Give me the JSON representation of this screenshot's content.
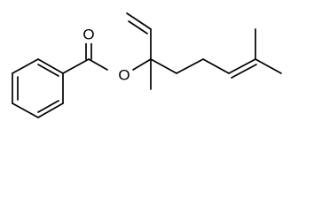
{
  "structure": {
    "atom_labels": {
      "carbonyl_oxygen": "O",
      "ester_oxygen": "O"
    },
    "bond_orders": {
      "ring": [
        2,
        1,
        2,
        1,
        2,
        1
      ],
      "ring_to_carbonyl": 1,
      "carbonyl": 2,
      "carbonyl_to_ester_oxygen": 1,
      "ester_oxygen_to_quaternary": 1,
      "vinyl_1": 1,
      "vinyl_2": 2,
      "quaternary_methyl": 1,
      "chain_1": 1,
      "chain_2": 1,
      "chain_3": 1,
      "alkene": 2,
      "terminal_methyl_top": 1,
      "terminal_methyl_right": 1
    }
  }
}
